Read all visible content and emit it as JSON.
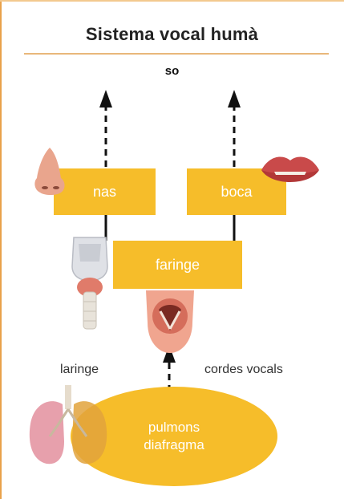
{
  "title": "Sistema vocal humà",
  "output": "so",
  "nodes": {
    "nas": "nas",
    "boca": "boca",
    "faringe": "faringe",
    "pulmons": "pulmons",
    "diafragma": "diafragma"
  },
  "labels": {
    "laringe": "laringe",
    "cordes": "cordes vocals"
  },
  "colors": {
    "box": "#f6bd2a",
    "rule": "#e9b77a",
    "frame": "#e9a24b"
  },
  "icons": [
    "nose-image",
    "lips-image",
    "larynx-image",
    "vocal-cords-image",
    "lungs-image"
  ]
}
